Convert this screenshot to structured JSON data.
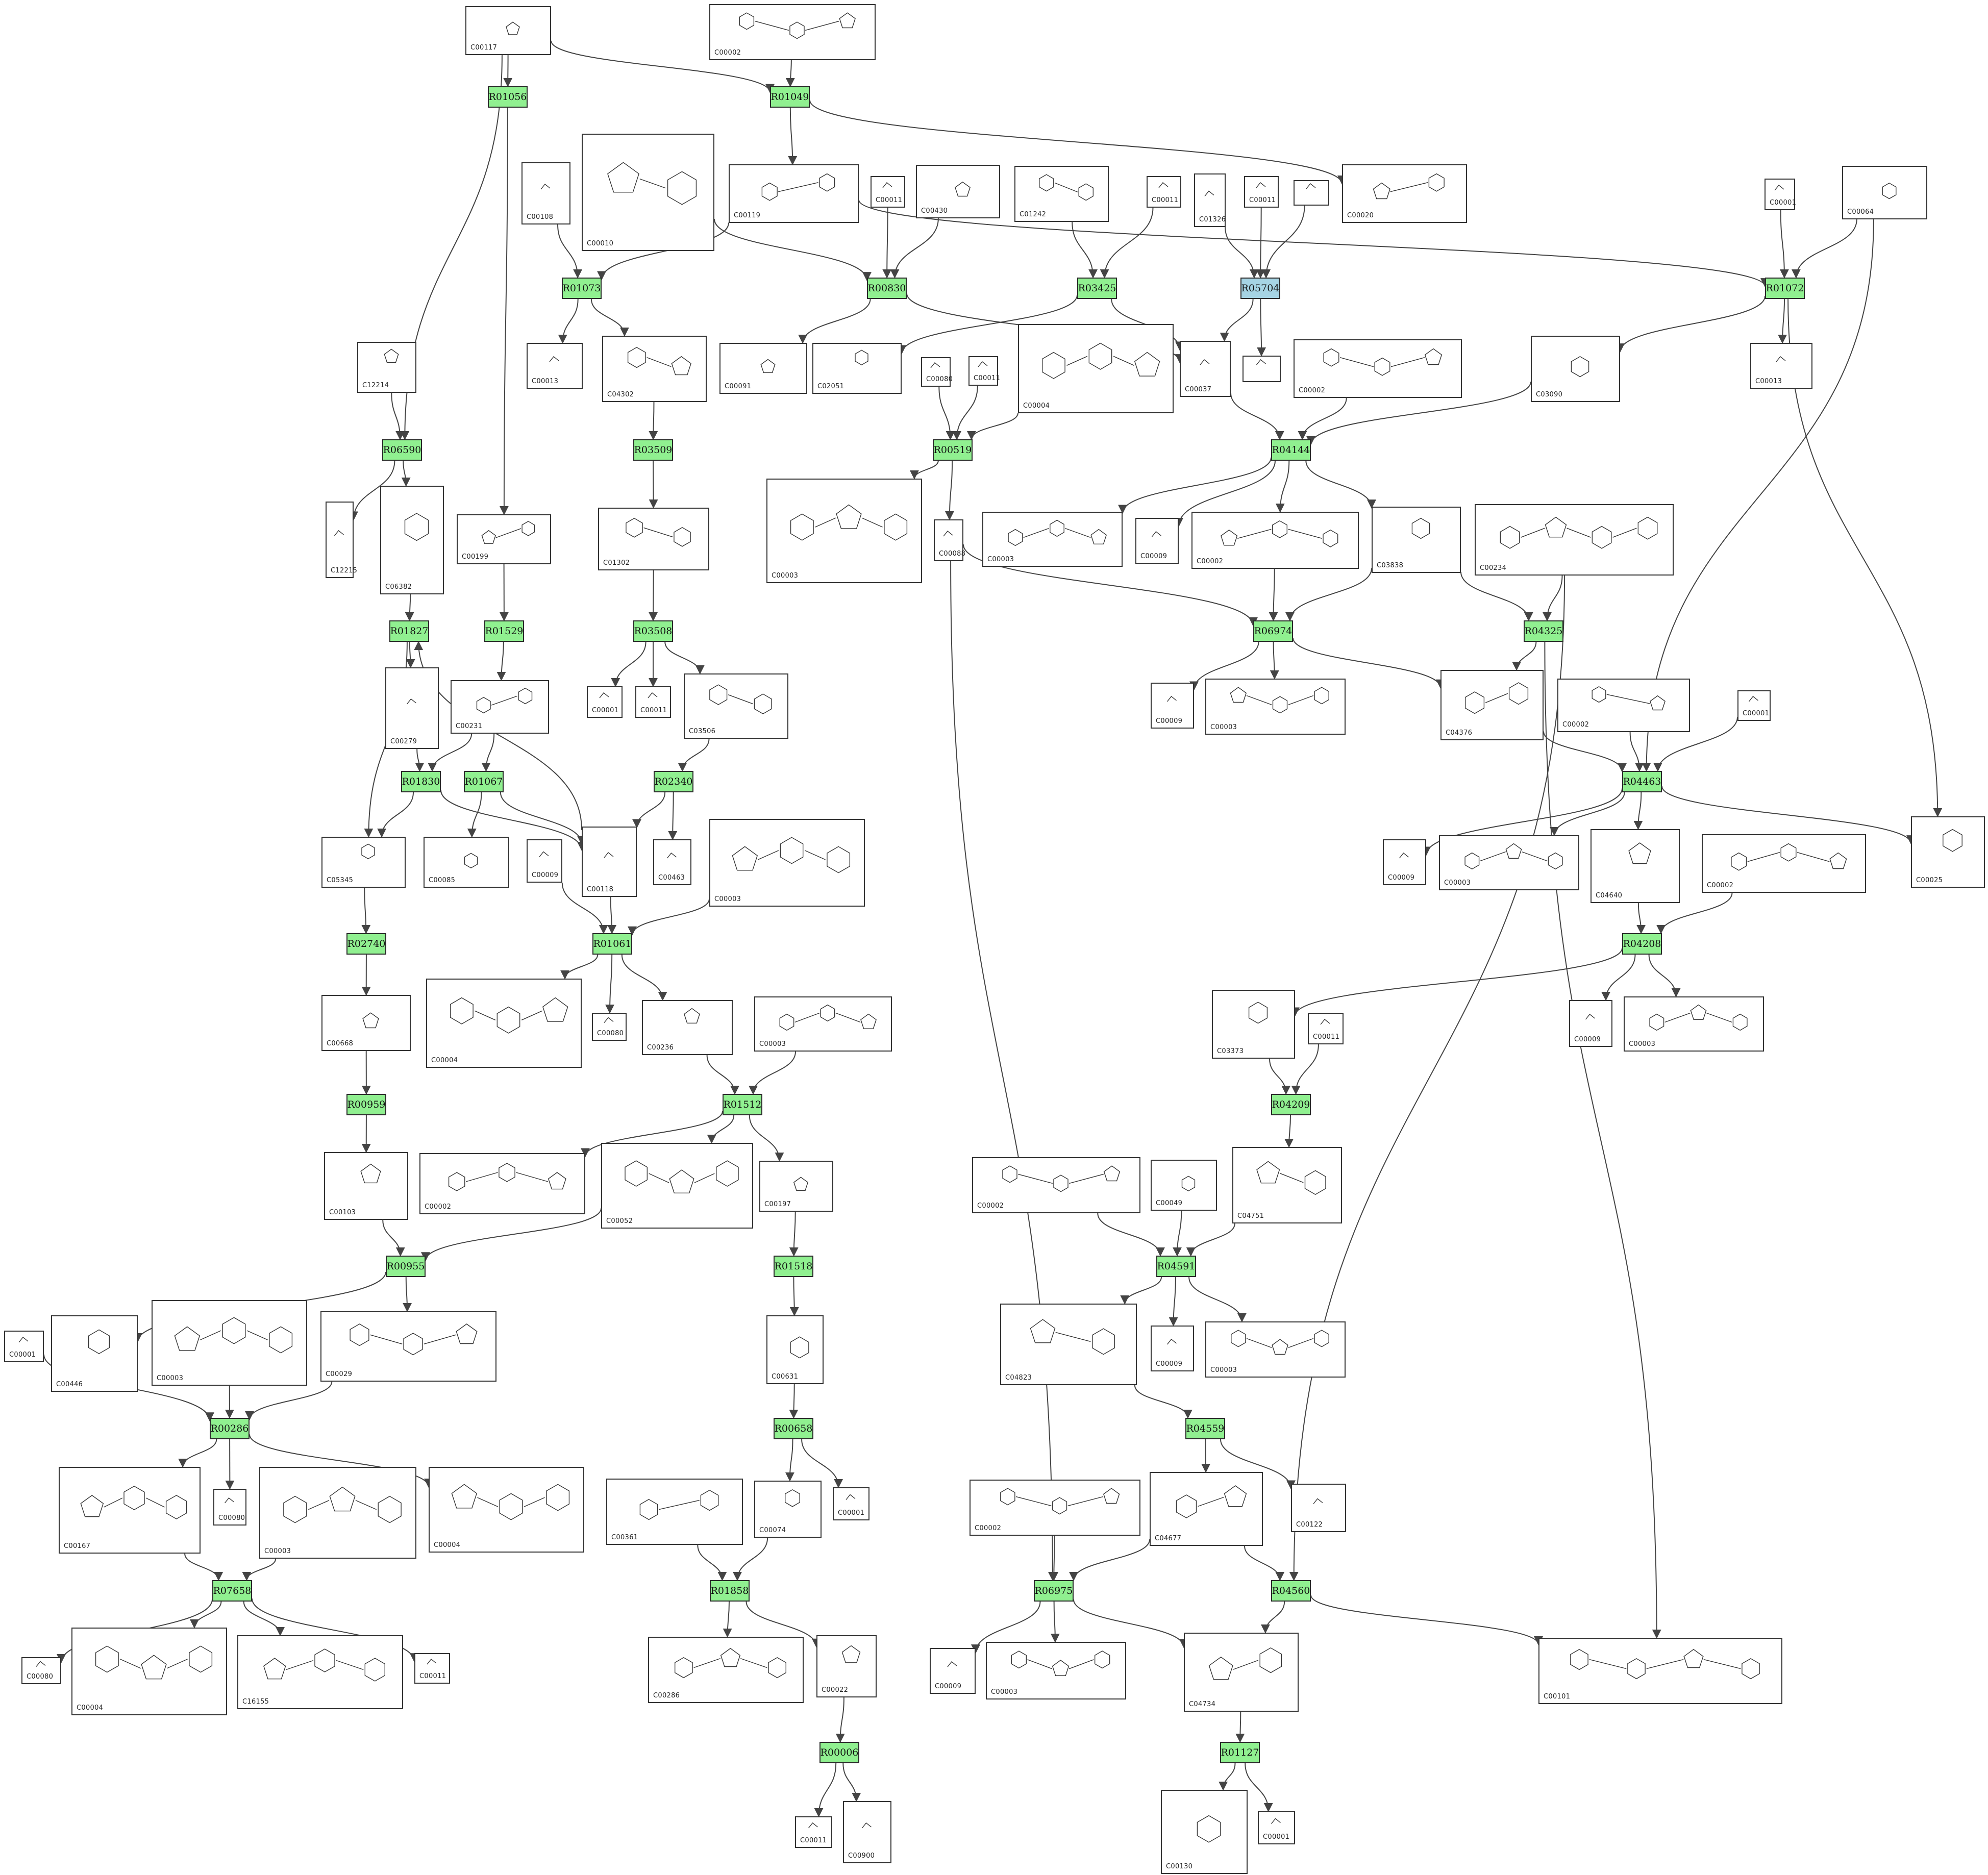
{
  "colors": {
    "reaction_fill": "#90f090",
    "reaction_highlight_fill": "#a6d4e4",
    "compound_border": "#333333",
    "edge": "#444444"
  },
  "reactions": [
    {
      "id": "R01056"
    },
    {
      "id": "R01049"
    },
    {
      "id": "R01073"
    },
    {
      "id": "R00830"
    },
    {
      "id": "R03425"
    },
    {
      "id": "R05704",
      "highlight": true
    },
    {
      "id": "R01072"
    },
    {
      "id": "R06590"
    },
    {
      "id": "R03509"
    },
    {
      "id": "R00519"
    },
    {
      "id": "R04144"
    },
    {
      "id": "R01827"
    },
    {
      "id": "R01529"
    },
    {
      "id": "R03508"
    },
    {
      "id": "R06974"
    },
    {
      "id": "R04325"
    },
    {
      "id": "R01830"
    },
    {
      "id": "R01067"
    },
    {
      "id": "R02340"
    },
    {
      "id": "R04463"
    },
    {
      "id": "R02740"
    },
    {
      "id": "R01061"
    },
    {
      "id": "R04208"
    },
    {
      "id": "R00959"
    },
    {
      "id": "R01512"
    },
    {
      "id": "R04209"
    },
    {
      "id": "R00955"
    },
    {
      "id": "R01518"
    },
    {
      "id": "R04591"
    },
    {
      "id": "R00286"
    },
    {
      "id": "R00658"
    },
    {
      "id": "R04559"
    },
    {
      "id": "R07658"
    },
    {
      "id": "R01858"
    },
    {
      "id": "R06975"
    },
    {
      "id": "R04560"
    },
    {
      "id": "R01127"
    },
    {
      "id": "R00006"
    }
  ],
  "compounds": [
    {
      "label": "C00117"
    },
    {
      "label": "C00002"
    },
    {
      "label": "C00108"
    },
    {
      "label": "C00010"
    },
    {
      "label": "C00119"
    },
    {
      "label": "C00011"
    },
    {
      "label": "C00430"
    },
    {
      "label": "C01242"
    },
    {
      "label": "C00011"
    },
    {
      "label": "C01326"
    },
    {
      "label": "C00011"
    },
    {
      "label": ""
    },
    {
      "label": "C00020"
    },
    {
      "label": "C00001"
    },
    {
      "label": "C00064"
    },
    {
      "label": "C12214"
    },
    {
      "label": "C00013"
    },
    {
      "label": "C04302"
    },
    {
      "label": "C00091"
    },
    {
      "label": "C02051"
    },
    {
      "label": "C00080"
    },
    {
      "label": "C00011"
    },
    {
      "label": "C00004"
    },
    {
      "label": "C00037"
    },
    {
      "label": ""
    },
    {
      "label": "C00002"
    },
    {
      "label": "C03090"
    },
    {
      "label": "C00013"
    },
    {
      "label": "C12215"
    },
    {
      "label": "C06382"
    },
    {
      "label": "C00199"
    },
    {
      "label": "C01302"
    },
    {
      "label": "C00003"
    },
    {
      "label": "C00088"
    },
    {
      "label": "C00003"
    },
    {
      "label": "C00009"
    },
    {
      "label": "C00002"
    },
    {
      "label": "C03838"
    },
    {
      "label": "C00234"
    },
    {
      "label": "C00279"
    },
    {
      "label": "C00231"
    },
    {
      "label": "C00001"
    },
    {
      "label": "C00011"
    },
    {
      "label": "C03506"
    },
    {
      "label": "C00009"
    },
    {
      "label": "C00003"
    },
    {
      "label": "C04376"
    },
    {
      "label": "C00002"
    },
    {
      "label": "C00001"
    },
    {
      "label": "C05345"
    },
    {
      "label": "C00085"
    },
    {
      "label": "C00009"
    },
    {
      "label": "C00118"
    },
    {
      "label": "C00463"
    },
    {
      "label": "C00003"
    },
    {
      "label": "C00009"
    },
    {
      "label": "C00003"
    },
    {
      "label": "C04640"
    },
    {
      "label": "C00002"
    },
    {
      "label": "C00025"
    },
    {
      "label": "C00668"
    },
    {
      "label": "C00004"
    },
    {
      "label": "C00080"
    },
    {
      "label": "C00236"
    },
    {
      "label": "C00003"
    },
    {
      "label": "C03373"
    },
    {
      "label": "C00011"
    },
    {
      "label": "C00009"
    },
    {
      "label": "C00003"
    },
    {
      "label": "C00103"
    },
    {
      "label": "C00002"
    },
    {
      "label": "C00052"
    },
    {
      "label": "C00197"
    },
    {
      "label": "C00002"
    },
    {
      "label": "C00049"
    },
    {
      "label": "C04751"
    },
    {
      "label": "C00001"
    },
    {
      "label": "C00446"
    },
    {
      "label": "C00003"
    },
    {
      "label": "C00029"
    },
    {
      "label": "C00631"
    },
    {
      "label": "C04823"
    },
    {
      "label": "C00009"
    },
    {
      "label": "C00003"
    },
    {
      "label": "C00167"
    },
    {
      "label": "C00080"
    },
    {
      "label": "C00003"
    },
    {
      "label": "C00004"
    },
    {
      "label": "C00361"
    },
    {
      "label": "C00074"
    },
    {
      "label": "C00001"
    },
    {
      "label": "C00002"
    },
    {
      "label": "C04677"
    },
    {
      "label": "C00122"
    },
    {
      "label": "C00080"
    },
    {
      "label": "C00004"
    },
    {
      "label": "C16155"
    },
    {
      "label": "C00011"
    },
    {
      "label": "C00286"
    },
    {
      "label": "C00022"
    },
    {
      "label": "C00009"
    },
    {
      "label": "C00003"
    },
    {
      "label": "C04734"
    },
    {
      "label": "C00101"
    },
    {
      "label": "C00130"
    },
    {
      "label": "C00001"
    },
    {
      "label": "C00011"
    },
    {
      "label": "C00900"
    }
  ],
  "edges": [
    [
      "c0",
      "r0"
    ],
    [
      "c0",
      "r1"
    ],
    [
      "c0",
      "r7"
    ],
    [
      "c1",
      "r1"
    ],
    [
      "r1",
      "c4"
    ],
    [
      "r1",
      "c12"
    ],
    [
      "r0",
      "c30"
    ],
    [
      "c2",
      "r2"
    ],
    [
      "c4",
      "r2"
    ],
    [
      "r2",
      "c16"
    ],
    [
      "r2",
      "c17"
    ],
    [
      "c3",
      "r3"
    ],
    [
      "c5",
      "r3"
    ],
    [
      "c6",
      "r3"
    ],
    [
      "r3",
      "c18"
    ],
    [
      "r3",
      "c23"
    ],
    [
      "c7",
      "r4"
    ],
    [
      "c8",
      "r4"
    ],
    [
      "r4",
      "c19"
    ],
    [
      "r4",
      "c23"
    ],
    [
      "c9",
      "r5"
    ],
    [
      "c10",
      "r5"
    ],
    [
      "c11",
      "r5"
    ],
    [
      "r5",
      "c23"
    ],
    [
      "r5",
      "c24"
    ],
    [
      "c4",
      "r6"
    ],
    [
      "c13",
      "r6"
    ],
    [
      "c14",
      "r6"
    ],
    [
      "r6",
      "c27"
    ],
    [
      "r6",
      "c26"
    ],
    [
      "r6",
      "c59"
    ],
    [
      "c15",
      "r7"
    ],
    [
      "r7",
      "c28"
    ],
    [
      "r7",
      "c29"
    ],
    [
      "c17",
      "r8"
    ],
    [
      "r8",
      "c31"
    ],
    [
      "c20",
      "r9"
    ],
    [
      "c21",
      "r9"
    ],
    [
      "c22",
      "r9"
    ],
    [
      "r9",
      "c32"
    ],
    [
      "r9",
      "c33"
    ],
    [
      "c23",
      "r10"
    ],
    [
      "c25",
      "r10"
    ],
    [
      "c26",
      "r10"
    ],
    [
      "r10",
      "c34"
    ],
    [
      "r10",
      "c35"
    ],
    [
      "r10",
      "c36"
    ],
    [
      "r10",
      "c37"
    ],
    [
      "c29",
      "r11"
    ],
    [
      "c52",
      "r11"
    ],
    [
      "r11",
      "c39"
    ],
    [
      "r11",
      "c49"
    ],
    [
      "c30",
      "r12"
    ],
    [
      "r12",
      "c40"
    ],
    [
      "c31",
      "r13"
    ],
    [
      "r13",
      "c41"
    ],
    [
      "r13",
      "c42"
    ],
    [
      "r13",
      "c43"
    ],
    [
      "c33",
      "r14"
    ],
    [
      "c36",
      "r14"
    ],
    [
      "c37",
      "r14"
    ],
    [
      "r14",
      "c44"
    ],
    [
      "r14",
      "c45"
    ],
    [
      "r14",
      "c46"
    ],
    [
      "c37",
      "r15"
    ],
    [
      "c38",
      "r15"
    ],
    [
      "r15",
      "c46"
    ],
    [
      "r15",
      "c103"
    ],
    [
      "c38",
      "r35"
    ],
    [
      "c39",
      "r16"
    ],
    [
      "c40",
      "r16"
    ],
    [
      "r16",
      "c49"
    ],
    [
      "r16",
      "c52"
    ],
    [
      "c40",
      "r17"
    ],
    [
      "r17",
      "c50"
    ],
    [
      "r17",
      "c52"
    ],
    [
      "c43",
      "r18"
    ],
    [
      "r18",
      "c53"
    ],
    [
      "r18",
      "c52"
    ],
    [
      "c46",
      "r19"
    ],
    [
      "c47",
      "r19"
    ],
    [
      "c48",
      "r19"
    ],
    [
      "c14",
      "r19"
    ],
    [
      "r19",
      "c55"
    ],
    [
      "r19",
      "c56"
    ],
    [
      "r19",
      "c57"
    ],
    [
      "r19",
      "c59"
    ],
    [
      "c49",
      "r20"
    ],
    [
      "r20",
      "c60"
    ],
    [
      "c51",
      "r21"
    ],
    [
      "c52",
      "r21"
    ],
    [
      "c54",
      "r21"
    ],
    [
      "r21",
      "c61"
    ],
    [
      "r21",
      "c62"
    ],
    [
      "r21",
      "c63"
    ],
    [
      "c57",
      "r22"
    ],
    [
      "c58",
      "r22"
    ],
    [
      "r22",
      "c65"
    ],
    [
      "r22",
      "c67"
    ],
    [
      "r22",
      "c68"
    ],
    [
      "c60",
      "r23"
    ],
    [
      "r23",
      "c69"
    ],
    [
      "c63",
      "r24"
    ],
    [
      "c64",
      "r24"
    ],
    [
      "r24",
      "c70"
    ],
    [
      "r24",
      "c71"
    ],
    [
      "r24",
      "c72"
    ],
    [
      "c65",
      "r25"
    ],
    [
      "c66",
      "r25"
    ],
    [
      "r25",
      "c75"
    ],
    [
      "c69",
      "r26"
    ],
    [
      "c71",
      "r26"
    ],
    [
      "r26",
      "c77"
    ],
    [
      "r26",
      "c79"
    ],
    [
      "c72",
      "r27"
    ],
    [
      "r27",
      "c80"
    ],
    [
      "c73",
      "r28"
    ],
    [
      "c74",
      "r28"
    ],
    [
      "c75",
      "r28"
    ],
    [
      "r28",
      "c81"
    ],
    [
      "r28",
      "c82"
    ],
    [
      "r28",
      "c83"
    ],
    [
      "c76",
      "r29"
    ],
    [
      "c78",
      "r29"
    ],
    [
      "c79",
      "r29"
    ],
    [
      "r29",
      "c84"
    ],
    [
      "r29",
      "c85"
    ],
    [
      "r29",
      "c87"
    ],
    [
      "c80",
      "r30"
    ],
    [
      "r30",
      "c89"
    ],
    [
      "r30",
      "c90"
    ],
    [
      "c81",
      "r31"
    ],
    [
      "r31",
      "c92"
    ],
    [
      "r31",
      "c93"
    ],
    [
      "c84",
      "r32"
    ],
    [
      "c86",
      "r32"
    ],
    [
      "r32",
      "c94"
    ],
    [
      "r32",
      "c95"
    ],
    [
      "r32",
      "c96"
    ],
    [
      "r32",
      "c97"
    ],
    [
      "c88",
      "r33"
    ],
    [
      "c89",
      "r33"
    ],
    [
      "r33",
      "c98"
    ],
    [
      "r33",
      "c99"
    ],
    [
      "c91",
      "r34"
    ],
    [
      "c92",
      "r34"
    ],
    [
      "c33",
      "r34"
    ],
    [
      "r34",
      "c100"
    ],
    [
      "r34",
      "c101"
    ],
    [
      "r34",
      "c102"
    ],
    [
      "c92",
      "r35"
    ],
    [
      "r35",
      "c102"
    ],
    [
      "r35",
      "c103"
    ],
    [
      "c102",
      "r36"
    ],
    [
      "r36",
      "c104"
    ],
    [
      "r36",
      "c105"
    ],
    [
      "c99",
      "r37"
    ],
    [
      "r37",
      "c106"
    ],
    [
      "r37",
      "c107"
    ]
  ]
}
